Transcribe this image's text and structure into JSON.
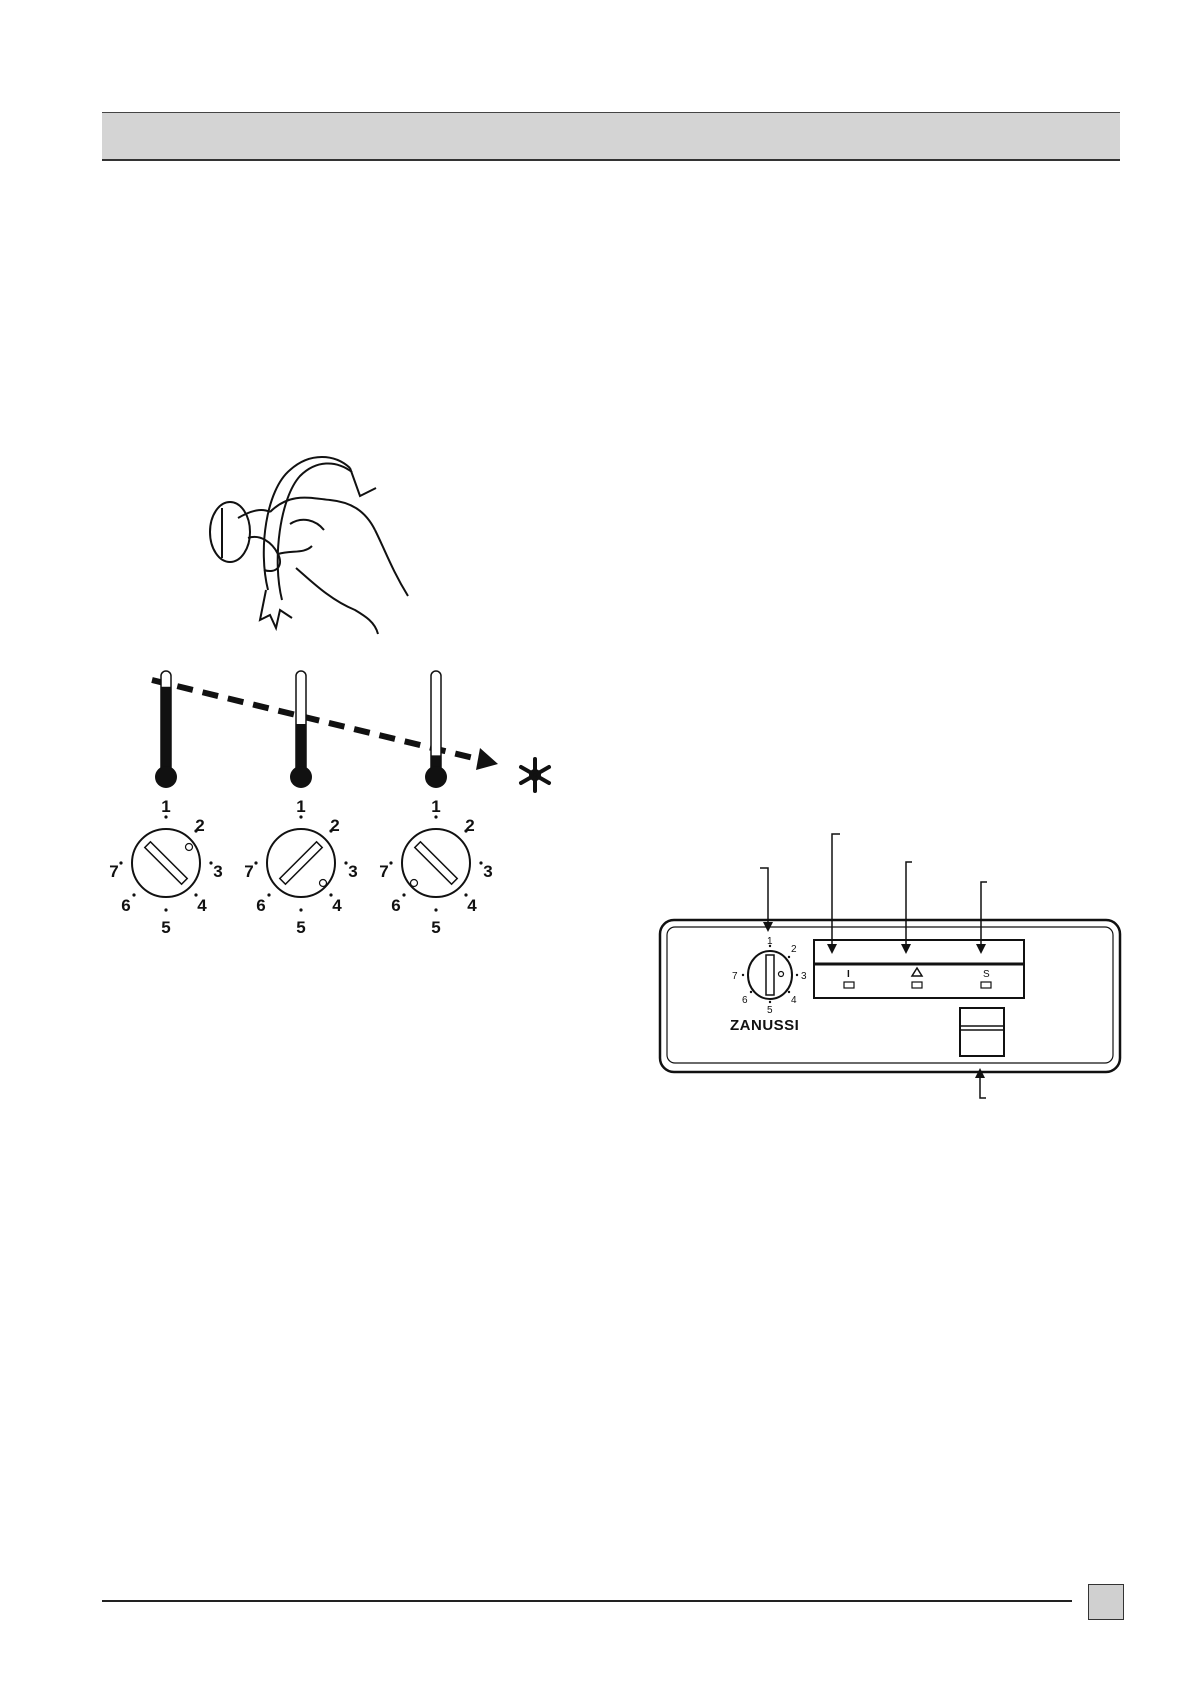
{
  "dials": [
    {
      "numbers": [
        "1",
        "2",
        "3",
        "4",
        "5",
        "6",
        "7"
      ]
    },
    {
      "numbers": [
        "1",
        "2",
        "3",
        "4",
        "5",
        "6",
        "7"
      ]
    },
    {
      "numbers": [
        "1",
        "2",
        "3",
        "4",
        "5",
        "6",
        "7"
      ]
    }
  ],
  "thermometer_levels": [
    0.88,
    0.5,
    0.18
  ],
  "panel": {
    "brand": "ZANUSSI",
    "dial_numbers": [
      "1",
      "2",
      "3",
      "4",
      "5",
      "6",
      "7"
    ],
    "indicator_labels": [
      "I",
      "S"
    ]
  }
}
